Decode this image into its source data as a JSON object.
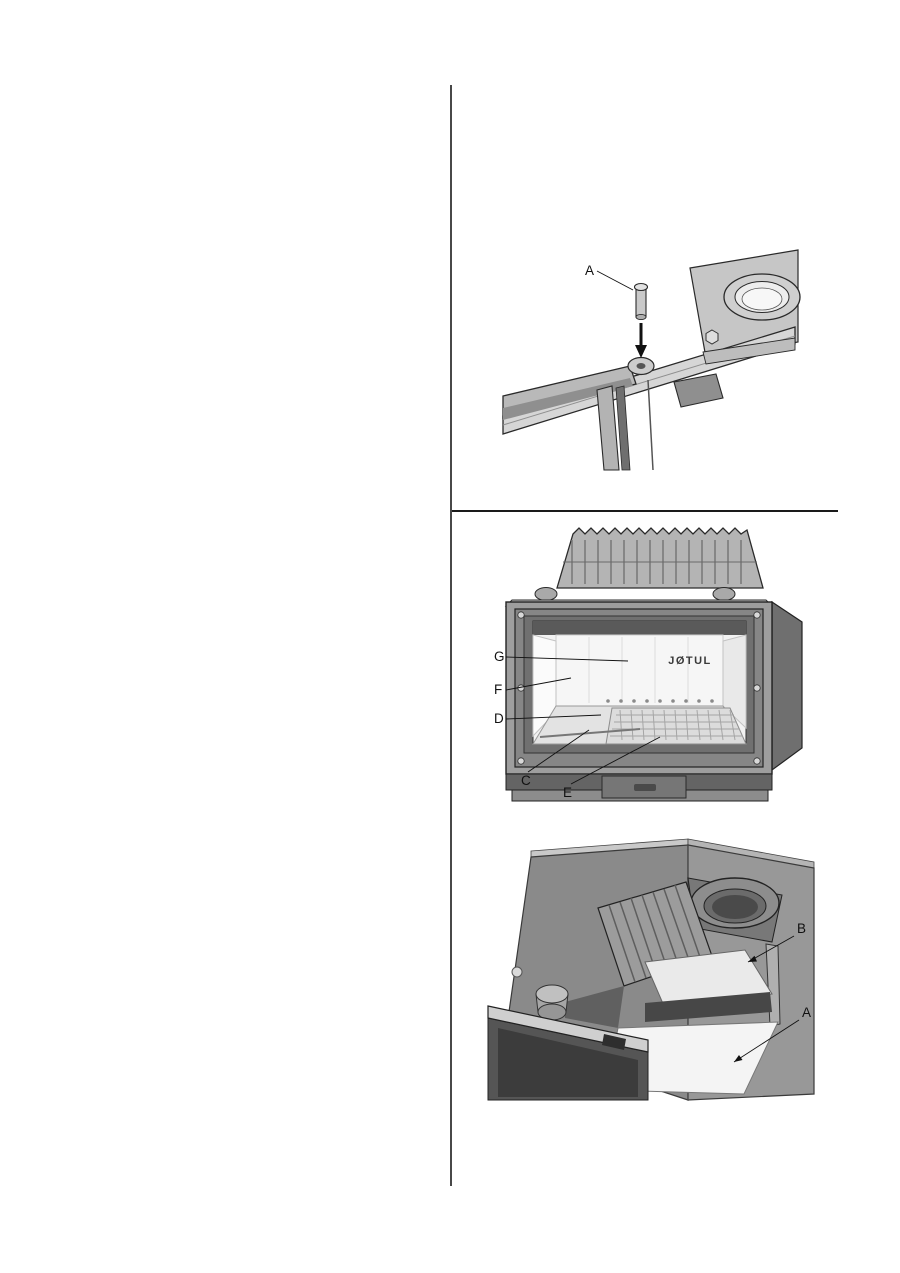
{
  "page": {
    "background": "#ffffff",
    "divider_color": "#1a1a1a"
  },
  "palette": {
    "line_dark": "#2a2a2a",
    "steel_light": "#d6d6d6",
    "steel_mid": "#9e9e9e",
    "steel_dark": "#6f6f6f",
    "wall_gray_left": "#8a8a8a",
    "wall_gray_right": "#989898",
    "interior_white": "#f4f4f4"
  },
  "figure_hinge": {
    "labels": {
      "a": "A"
    }
  },
  "figure_front": {
    "brand": "JØTUL",
    "labels": {
      "g": "G",
      "f": "F",
      "d": "D",
      "c": "C",
      "e": "E"
    }
  },
  "figure_corner": {
    "labels": {
      "b": "B",
      "a": "A"
    }
  }
}
